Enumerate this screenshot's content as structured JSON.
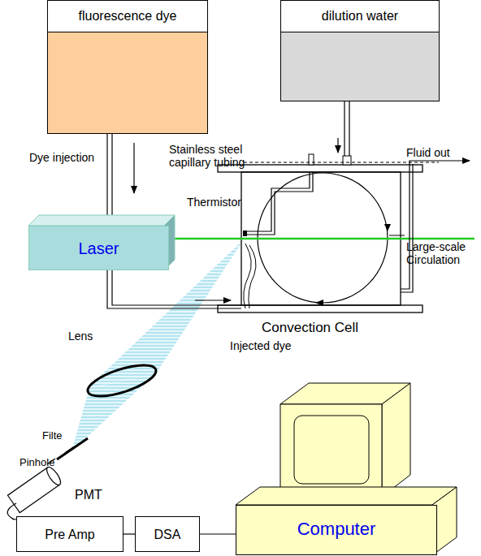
{
  "diagram": {
    "nodes": [
      {
        "text": [
          "fluorescence dye"
        ]
      },
      {
        "text": [
          "dilution water"
        ]
      },
      {
        "text": [
          "Laser"
        ]
      },
      {
        "text": [
          "Pre Amp"
        ]
      },
      {
        "text": [
          "DSA"
        ]
      },
      {
        "text": [
          "Computer"
        ]
      }
    ],
    "edges": [
      {
        "from": 3,
        "to": 4,
        "arrow": "none"
      },
      {
        "from": 4,
        "to": 5,
        "arrow": "none"
      }
    ],
    "labels": [
      "Dye injection",
      "Stainless steel capillary tubing",
      "Fluid out",
      "Thermistor",
      "Large-scale Circulation",
      "Lens",
      "Convection Cell",
      "Injected dye",
      "Filte",
      "Pinhole",
      "PMT"
    ]
  }
}
